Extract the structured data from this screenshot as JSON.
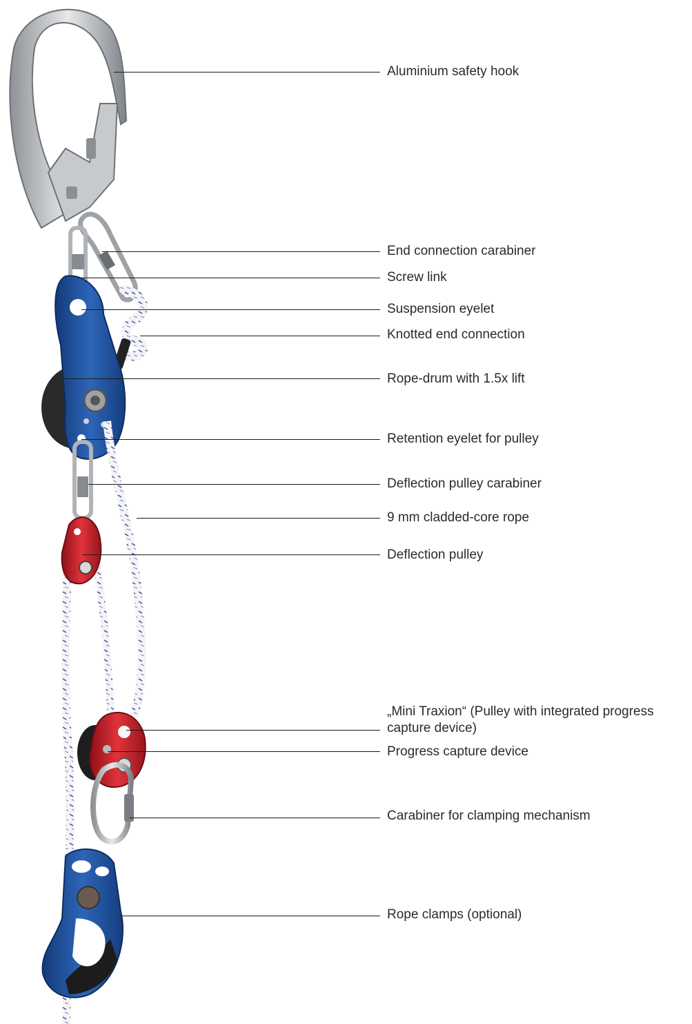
{
  "callouts": [
    {
      "id": "safety-hook",
      "label": "Aluminium safety hook"
    },
    {
      "id": "end-carabiner",
      "label": "End connection carabiner"
    },
    {
      "id": "screw-link",
      "label": "Screw link"
    },
    {
      "id": "suspension-eyelet",
      "label": "Suspension eyelet"
    },
    {
      "id": "knotted-end",
      "label": "Knotted end connection"
    },
    {
      "id": "rope-drum",
      "label": "Rope-drum with 1.5x lift"
    },
    {
      "id": "retention-eyelet",
      "label": "Retention eyelet for pulley"
    },
    {
      "id": "deflection-carabiner",
      "label": "Deflection pulley carabiner"
    },
    {
      "id": "rope",
      "label": "9 mm cladded-core rope"
    },
    {
      "id": "deflection-pulley",
      "label": "Deflection pulley"
    },
    {
      "id": "mini-traxion",
      "label": "„Mini Traxion“ (Pulley with integrated progress",
      "label_line2": "capture device)"
    },
    {
      "id": "progress-capture",
      "label": "Progress capture device"
    },
    {
      "id": "clamp-carabiner",
      "label": "Carabiner for clamping mechanism"
    },
    {
      "id": "rope-clamps",
      "label": "Rope clamps (optional)"
    }
  ],
  "colors": {
    "background": "#ffffff",
    "line": "#1a1a1a",
    "text": "#2a2a2a",
    "blue_anodized": "#1f4f9a",
    "red_anodized": "#c8202a",
    "steel": "#b9bcc0",
    "rope_white": "#f3f3f3",
    "rope_fleck": "#3a4fb0"
  }
}
